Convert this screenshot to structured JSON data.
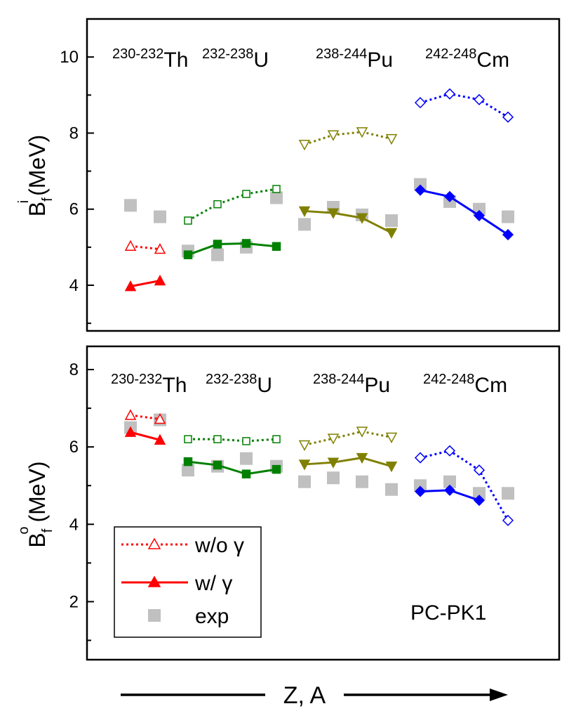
{
  "chart_data": [
    {
      "type": "line",
      "panel": "top",
      "ylabel_main": "B",
      "ylabel_sub": "f",
      "ylabel_sup": "i",
      "ylabel_unit": "(MeV)",
      "ylim": [
        2.8,
        11.0
      ],
      "yticks": [
        4,
        6,
        8,
        10
      ],
      "x_axis_labeled": false,
      "grid": false,
      "groups": [
        {
          "prefix": "230-232",
          "symbol": "Th"
        },
        {
          "prefix": "232-238",
          "symbol": "U"
        },
        {
          "prefix": "238-244",
          "symbol": "Pu"
        },
        {
          "prefix": "242-248",
          "symbol": "Cm"
        }
      ],
      "series": [
        {
          "style": "wo",
          "color": "#ff0000",
          "marker": "triangle-up",
          "points": [
            {
              "x": 0,
              "y": 5.03
            },
            {
              "x": 1,
              "y": 4.95
            }
          ]
        },
        {
          "style": "w",
          "color": "#ff0000",
          "marker": "triangle-up",
          "points": [
            {
              "x": 0,
              "y": 3.97
            },
            {
              "x": 1,
              "y": 4.12
            }
          ]
        },
        {
          "style": "exp",
          "color": "#c0c0c0",
          "marker": "square",
          "points": [
            {
              "x": 0,
              "y": 6.1
            },
            {
              "x": 1,
              "y": 5.8
            }
          ]
        },
        {
          "style": "wo",
          "color": "#008000",
          "marker": "square",
          "points": [
            {
              "x": 2,
              "y": 5.7
            },
            {
              "x": 3,
              "y": 6.13
            },
            {
              "x": 4,
              "y": 6.4
            },
            {
              "x": 5,
              "y": 6.53
            }
          ]
        },
        {
          "style": "w",
          "color": "#008000",
          "marker": "square",
          "points": [
            {
              "x": 2,
              "y": 4.8
            },
            {
              "x": 3,
              "y": 5.08
            },
            {
              "x": 4,
              "y": 5.1
            },
            {
              "x": 5,
              "y": 5.02
            }
          ]
        },
        {
          "style": "exp",
          "color": "#c0c0c0",
          "marker": "square",
          "points": [
            {
              "x": 2,
              "y": 4.9
            },
            {
              "x": 3,
              "y": 4.8
            },
            {
              "x": 4,
              "y": 5.0
            },
            {
              "x": 5,
              "y": 6.3
            }
          ]
        },
        {
          "style": "wo",
          "color": "#808000",
          "marker": "triangle-down",
          "points": [
            {
              "x": 6,
              "y": 7.7
            },
            {
              "x": 7,
              "y": 7.95
            },
            {
              "x": 8,
              "y": 8.03
            },
            {
              "x": 9,
              "y": 7.85
            }
          ]
        },
        {
          "style": "w",
          "color": "#808000",
          "marker": "triangle-down",
          "points": [
            {
              "x": 6,
              "y": 5.95
            },
            {
              "x": 7,
              "y": 5.9
            },
            {
              "x": 8,
              "y": 5.77
            },
            {
              "x": 9,
              "y": 5.38
            }
          ]
        },
        {
          "style": "exp",
          "color": "#c0c0c0",
          "marker": "square",
          "points": [
            {
              "x": 6,
              "y": 5.6
            },
            {
              "x": 7,
              "y": 6.05
            },
            {
              "x": 8,
              "y": 5.85
            },
            {
              "x": 9,
              "y": 5.7
            }
          ]
        },
        {
          "style": "wo",
          "color": "#0000ff",
          "marker": "diamond",
          "points": [
            {
              "x": 10,
              "y": 8.8
            },
            {
              "x": 11,
              "y": 9.03
            },
            {
              "x": 12,
              "y": 8.88
            },
            {
              "x": 13,
              "y": 8.42
            }
          ]
        },
        {
          "style": "w",
          "color": "#0000ff",
          "marker": "diamond",
          "points": [
            {
              "x": 10,
              "y": 6.5
            },
            {
              "x": 11,
              "y": 6.33
            },
            {
              "x": 12,
              "y": 5.83
            },
            {
              "x": 13,
              "y": 5.33
            }
          ]
        },
        {
          "style": "exp",
          "color": "#c0c0c0",
          "marker": "square",
          "points": [
            {
              "x": 10,
              "y": 6.65
            },
            {
              "x": 11,
              "y": 6.2
            },
            {
              "x": 12,
              "y": 6.0
            },
            {
              "x": 13,
              "y": 5.8
            }
          ]
        }
      ]
    },
    {
      "type": "line",
      "panel": "bottom",
      "ylabel_main": "B",
      "ylabel_sub": "f",
      "ylabel_sup": "o",
      "ylabel_unit": "(MeV)",
      "ylim": [
        0.5,
        8.6
      ],
      "yticks": [
        2,
        4,
        6,
        8
      ],
      "x_axis_labeled": false,
      "grid": false,
      "groups": [
        {
          "prefix": "230-232",
          "symbol": "Th"
        },
        {
          "prefix": "232-238",
          "symbol": "U"
        },
        {
          "prefix": "238-244",
          "symbol": "Pu"
        },
        {
          "prefix": "242-248",
          "symbol": "Cm"
        }
      ],
      "series": [
        {
          "style": "wo",
          "color": "#ff0000",
          "marker": "triangle-up",
          "points": [
            {
              "x": 0,
              "y": 6.82
            },
            {
              "x": 1,
              "y": 6.72
            }
          ]
        },
        {
          "style": "w",
          "color": "#ff0000",
          "marker": "triangle-up",
          "points": [
            {
              "x": 0,
              "y": 6.38
            },
            {
              "x": 1,
              "y": 6.18
            }
          ]
        },
        {
          "style": "exp",
          "color": "#c0c0c0",
          "marker": "square",
          "points": [
            {
              "x": 0,
              "y": 6.5
            },
            {
              "x": 1,
              "y": 6.7
            }
          ]
        },
        {
          "style": "wo",
          "color": "#008000",
          "marker": "square",
          "points": [
            {
              "x": 2,
              "y": 6.2
            },
            {
              "x": 3,
              "y": 6.2
            },
            {
              "x": 4,
              "y": 6.15
            },
            {
              "x": 5,
              "y": 6.2
            }
          ]
        },
        {
          "style": "w",
          "color": "#008000",
          "marker": "square",
          "points": [
            {
              "x": 2,
              "y": 5.62
            },
            {
              "x": 3,
              "y": 5.53
            },
            {
              "x": 4,
              "y": 5.3
            },
            {
              "x": 5,
              "y": 5.42
            }
          ]
        },
        {
          "style": "exp",
          "color": "#c0c0c0",
          "marker": "square",
          "points": [
            {
              "x": 2,
              "y": 5.4
            },
            {
              "x": 3,
              "y": 5.5
            },
            {
              "x": 4,
              "y": 5.7
            },
            {
              "x": 5,
              "y": 5.5
            }
          ]
        },
        {
          "style": "wo",
          "color": "#808000",
          "marker": "triangle-down",
          "points": [
            {
              "x": 6,
              "y": 6.05
            },
            {
              "x": 7,
              "y": 6.22
            },
            {
              "x": 8,
              "y": 6.4
            },
            {
              "x": 9,
              "y": 6.25
            }
          ]
        },
        {
          "style": "w",
          "color": "#808000",
          "marker": "triangle-down",
          "points": [
            {
              "x": 6,
              "y": 5.55
            },
            {
              "x": 7,
              "y": 5.6
            },
            {
              "x": 8,
              "y": 5.72
            },
            {
              "x": 9,
              "y": 5.5
            }
          ]
        },
        {
          "style": "exp",
          "color": "#c0c0c0",
          "marker": "square",
          "points": [
            {
              "x": 6,
              "y": 5.1
            },
            {
              "x": 7,
              "y": 5.2
            },
            {
              "x": 8,
              "y": 5.1
            },
            {
              "x": 9,
              "y": 4.9
            }
          ]
        },
        {
          "style": "wo",
          "color": "#0000ff",
          "marker": "diamond",
          "points": [
            {
              "x": 10,
              "y": 5.72
            },
            {
              "x": 11,
              "y": 5.9
            },
            {
              "x": 12,
              "y": 5.4
            },
            {
              "x": 13,
              "y": 4.1
            }
          ]
        },
        {
          "style": "w",
          "color": "#0000ff",
          "marker": "diamond",
          "points": [
            {
              "x": 10,
              "y": 4.85
            },
            {
              "x": 11,
              "y": 4.88
            },
            {
              "x": 12,
              "y": 4.62
            }
          ]
        },
        {
          "style": "exp",
          "color": "#c0c0c0",
          "marker": "square",
          "points": [
            {
              "x": 10,
              "y": 5.0
            },
            {
              "x": 11,
              "y": 5.1
            },
            {
              "x": 12,
              "y": 4.8
            },
            {
              "x": 13,
              "y": 4.8
            }
          ]
        }
      ]
    }
  ],
  "legend": {
    "placement": "bottom-left of lower panel",
    "entries": [
      {
        "style": "wo",
        "label": "w/o γ"
      },
      {
        "style": "w",
        "label": "w/ γ"
      },
      {
        "style": "exp",
        "label": "exp"
      }
    ]
  },
  "model_label": "PC-PK1",
  "xlabel": "Z, A"
}
